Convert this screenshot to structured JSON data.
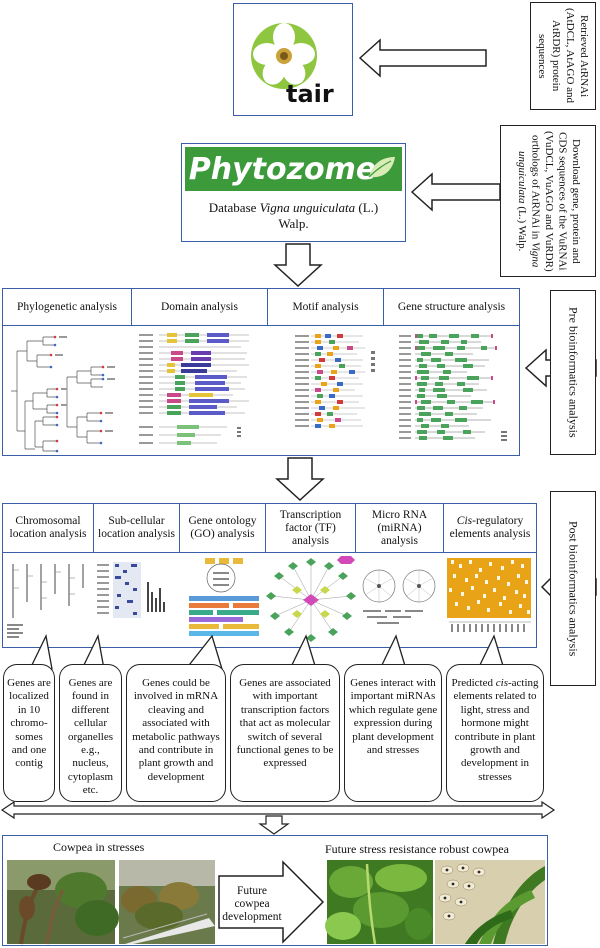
{
  "colors": {
    "blue_border": "#3a5fa8",
    "phytozome_green": "#3c9a3b",
    "tair_green": "#8ec63f",
    "motif_orange": "#e9a41a",
    "cis_orange": "#e8a317"
  },
  "tair": {
    "logo_text": "tair",
    "side_label": "Retrieved AtRNAi (AtDCL, AtAGO and AtRDR) protein sequences"
  },
  "phytozome": {
    "logo_text": "Phytozome",
    "db_prefix": "Database ",
    "db_species": "Vigna unguiculata",
    "db_suffix": " (L.)",
    "db_line2": "Walp.",
    "side_label_a": "Download gene, protein and CDS sequences of the VuRNAi (VuDCL, VuAGO and VuRDR) orthologs of AtRNAi in ",
    "side_label_species": "Vigna unguiculata",
    "side_label_b": " (L.) Walp."
  },
  "pre": {
    "headers": [
      "Phylogenetic analysis",
      "Domain analysis",
      "Motif analysis",
      "Gene structure analysis"
    ],
    "side_label": "Pre bioinformatics analysis"
  },
  "post": {
    "headers": [
      "Chromosomal location analysis",
      "Sub-cellular location analysis",
      "Gene ontology (GO) analysis",
      "Transcription factor (TF) analysis",
      "Micro RNA (miRNA) analysis"
    ],
    "header_cis_italic": "Cis",
    "header_cis_rest": "-regulatory elements analysis",
    "side_label": "Post bioinformatics analysis"
  },
  "findings": [
    "Genes are localized in 10 chromo-somes and one contig",
    "Genes are found in different cellular organelles e.g., nucleus, cytoplasm etc.",
    "Genes could be involved in mRNA cleaving and associated with metabolic pathways and contribute in plant growth and development",
    "Genes are associated with important transcription factors that act as molecular switch of several functional genes to be expressed",
    "Genes interact with important miRNAs which regulate gene expression during plant development and stresses"
  ],
  "finding_cis": {
    "prefix": "Predicted ",
    "italic": "cis",
    "rest": "-acting elements related to light, stress and hormone might contribute in plant growth and development in stresses"
  },
  "bottom": {
    "left_title": "Cowpea in stresses",
    "right_title": "Future stress resistance robust cowpea",
    "arrow_label": "Future cowpea development"
  }
}
